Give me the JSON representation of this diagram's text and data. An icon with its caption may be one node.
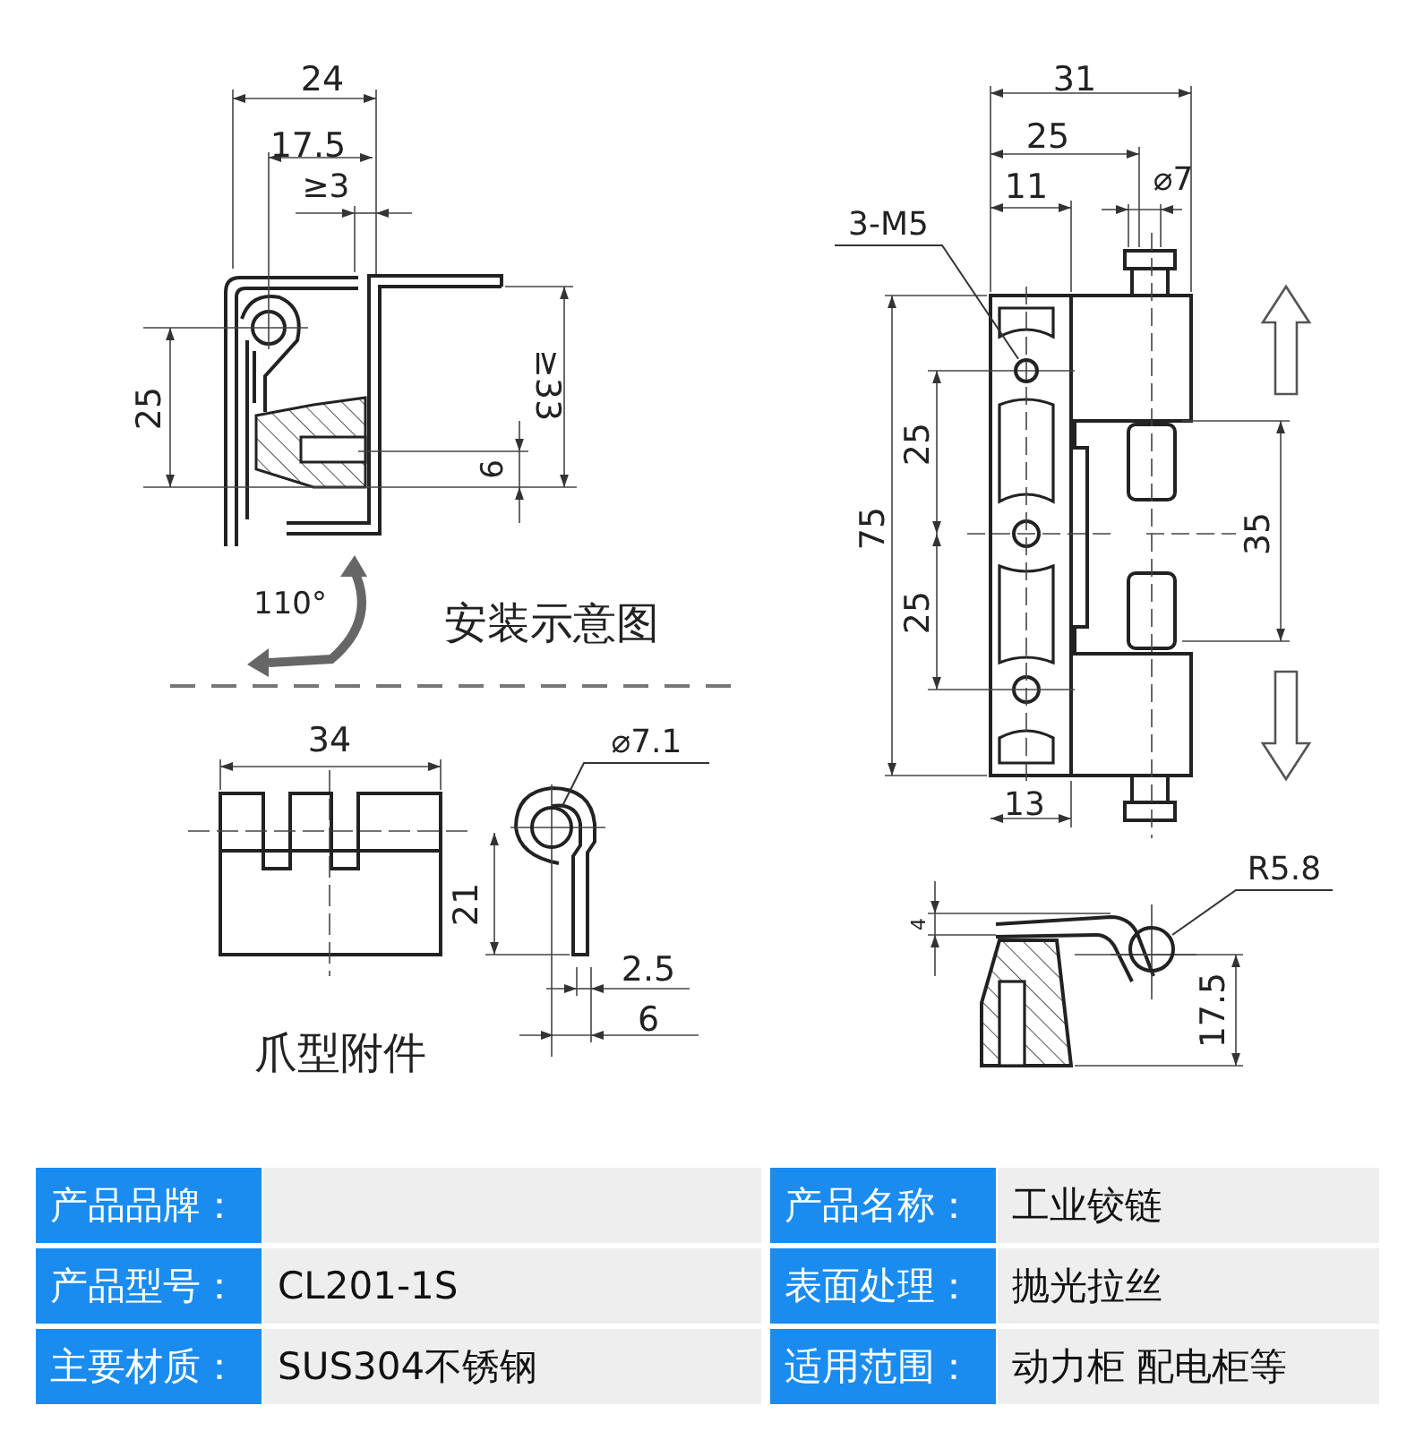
{
  "diagram": {
    "nodes": [
      {
        "text": [
          "3-M5"
        ]
      },
      {
        "text": [],
        "shape": "circle"
      },
      {
        "text": [
          "⌀7.1"
        ]
      },
      {
        "text": [],
        "shape": "circle"
      },
      {
        "text": [
          "R5.8"
        ]
      },
      {
        "text": [],
        "shape": "circle"
      }
    ],
    "edges": [
      {
        "from": 0,
        "to": 1,
        "arrow": "none"
      },
      {
        "from": 2,
        "to": 3,
        "arrow": "none"
      },
      {
        "from": 4,
        "to": 5,
        "arrow": "none"
      }
    ],
    "labels": [
      "24",
      "17.5",
      "≥3",
      "25",
      "≥33",
      "6",
      "110°",
      "安装示意图",
      "31",
      "25",
      "11",
      "⌀7",
      "75",
      "25",
      "25",
      "35",
      "13",
      "34",
      "21",
      "2.5",
      "6",
      "爪型附件",
      "4",
      "17.5",
      "产品品牌：",
      "产品名称：",
      "工业铰链",
      "产品型号：",
      "CL201-1S",
      "表面处理：",
      "抛光拉丝",
      "主要材质：",
      "SUS304不锈钢",
      "适用范围：",
      "动力柜 配电柜等"
    ]
  }
}
